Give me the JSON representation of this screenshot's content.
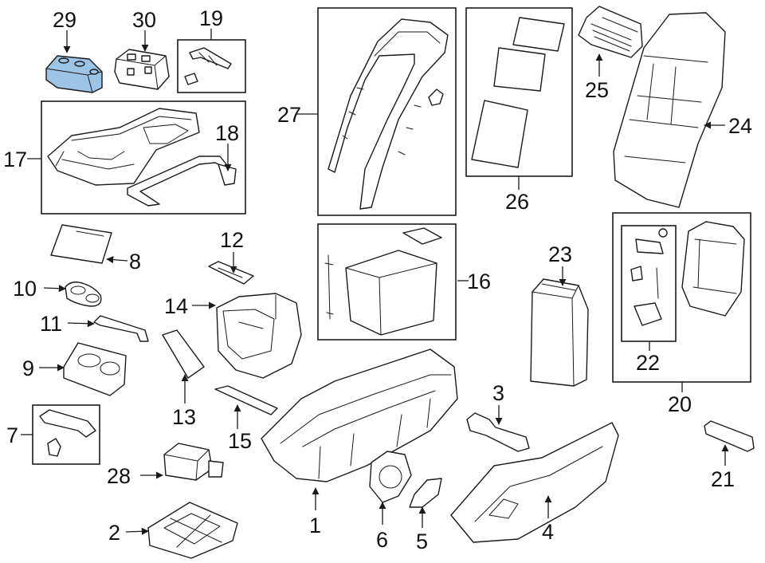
{
  "diagram": {
    "highlight_color": "#9cc4e6",
    "callouts": [
      {
        "id": "1",
        "text": "1"
      },
      {
        "id": "2",
        "text": "2"
      },
      {
        "id": "3",
        "text": "3"
      },
      {
        "id": "4",
        "text": "4"
      },
      {
        "id": "5",
        "text": "5"
      },
      {
        "id": "6",
        "text": "6"
      },
      {
        "id": "7",
        "text": "7"
      },
      {
        "id": "8",
        "text": "8"
      },
      {
        "id": "9",
        "text": "9"
      },
      {
        "id": "10",
        "text": "10"
      },
      {
        "id": "11",
        "text": "11"
      },
      {
        "id": "12",
        "text": "12"
      },
      {
        "id": "13",
        "text": "13"
      },
      {
        "id": "14",
        "text": "14"
      },
      {
        "id": "15",
        "text": "15"
      },
      {
        "id": "16",
        "text": "16"
      },
      {
        "id": "17",
        "text": "17"
      },
      {
        "id": "18",
        "text": "18"
      },
      {
        "id": "19",
        "text": "19"
      },
      {
        "id": "20",
        "text": "20"
      },
      {
        "id": "21",
        "text": "21"
      },
      {
        "id": "22",
        "text": "22"
      },
      {
        "id": "23",
        "text": "23"
      },
      {
        "id": "24",
        "text": "24"
      },
      {
        "id": "25",
        "text": "25"
      },
      {
        "id": "26",
        "text": "26"
      },
      {
        "id": "27",
        "text": "27"
      },
      {
        "id": "28",
        "text": "28"
      },
      {
        "id": "29",
        "text": "29"
      },
      {
        "id": "30",
        "text": "30"
      }
    ],
    "highlighted_part": "29"
  }
}
